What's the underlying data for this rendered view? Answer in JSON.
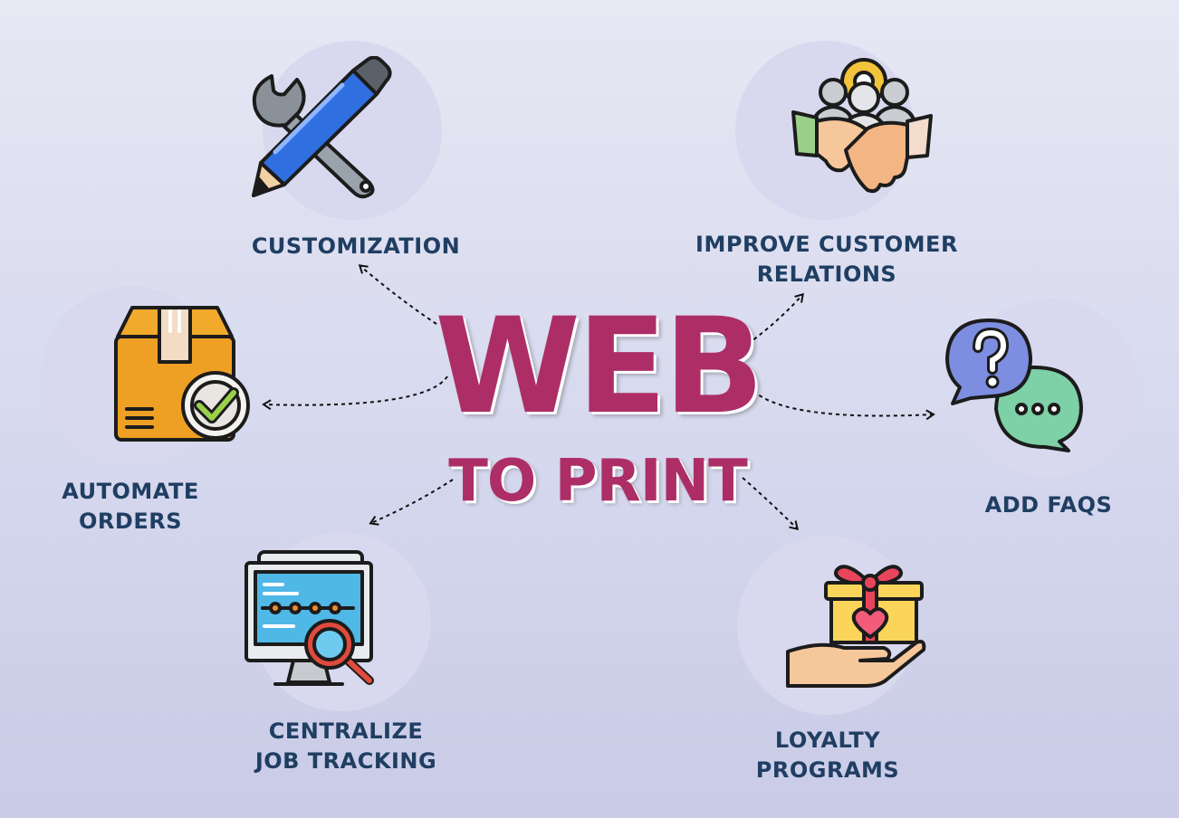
{
  "title": {
    "main": "WEB",
    "sub": "TO PRINT"
  },
  "features": {
    "customization": {
      "label": "CUSTOMIZATION",
      "icon": "wrench-pencil-icon"
    },
    "customer_relations": {
      "line1": "IMPROVE CUSTOMER",
      "line2": "RELATIONS",
      "icon": "handshake-team-icon"
    },
    "automate_orders": {
      "line1": "AUTOMATE",
      "line2": "ORDERS",
      "icon": "package-check-icon"
    },
    "faqs": {
      "label": "ADD FAQS",
      "icon": "chat-question-icon"
    },
    "job_tracking": {
      "line1": "CENTRALIZE",
      "line2": "JOB TRACKING",
      "icon": "monitor-search-icon"
    },
    "loyalty": {
      "line1": "LOYALTY",
      "line2": "PROGRAMS",
      "icon": "gift-hand-icon"
    }
  },
  "colors": {
    "title": "#ad2e67",
    "label": "#1f3e62",
    "halo": "#d8d9ef"
  }
}
